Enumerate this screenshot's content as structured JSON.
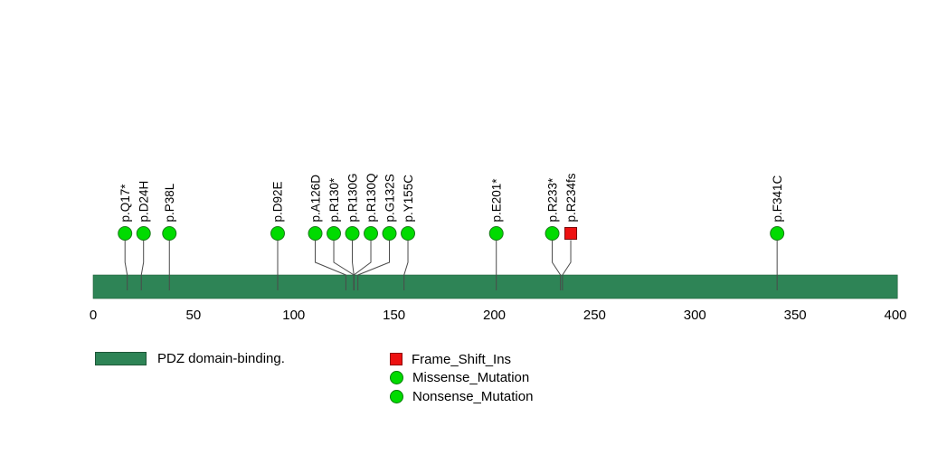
{
  "chart_data": {
    "type": "lollipop",
    "title": "",
    "gene_track": {
      "label": "PDZ domain-binding.",
      "color": "#2e8456",
      "start": 0,
      "end": 401
    },
    "x_axis": {
      "min": 0,
      "max": 400,
      "ticks": [
        0,
        50,
        100,
        150,
        200,
        250,
        300,
        350,
        400
      ]
    },
    "mutations": [
      {
        "label": "p.Q17*",
        "position": 17,
        "type": "Nonsense_Mutation"
      },
      {
        "label": "p.D24H",
        "position": 24,
        "type": "Missense_Mutation"
      },
      {
        "label": "p.P38L",
        "position": 38,
        "type": "Missense_Mutation"
      },
      {
        "label": "p.D92E",
        "position": 92,
        "type": "Missense_Mutation"
      },
      {
        "label": "p.A126D",
        "position": 126,
        "type": "Missense_Mutation"
      },
      {
        "label": "p.R130*",
        "position": 130,
        "type": "Nonsense_Mutation"
      },
      {
        "label": "p.R130G",
        "position": 130,
        "type": "Missense_Mutation"
      },
      {
        "label": "p.R130Q",
        "position": 130,
        "type": "Missense_Mutation"
      },
      {
        "label": "p.G132S",
        "position": 132,
        "type": "Missense_Mutation"
      },
      {
        "label": "p.Y155C",
        "position": 155,
        "type": "Missense_Mutation"
      },
      {
        "label": "p.E201*",
        "position": 201,
        "type": "Nonsense_Mutation"
      },
      {
        "label": "p.R233*",
        "position": 233,
        "type": "Nonsense_Mutation"
      },
      {
        "label": "p.R234fs",
        "position": 234,
        "type": "Frame_Shift_Ins"
      },
      {
        "label": "p.F341C",
        "position": 341,
        "type": "Missense_Mutation"
      }
    ],
    "mutation_styles": {
      "Frame_Shift_Ins": {
        "shape": "square",
        "color": "#ed1111"
      },
      "Missense_Mutation": {
        "shape": "circle",
        "color": "#00db00"
      },
      "Nonsense_Mutation": {
        "shape": "circle",
        "color": "#00db00"
      }
    },
    "legend": {
      "domain_label": "PDZ domain-binding.",
      "items": [
        {
          "label": "Frame_Shift_Ins",
          "shape": "square",
          "color": "#ed1111"
        },
        {
          "label": "Missense_Mutation",
          "shape": "circle",
          "color": "#00db00"
        },
        {
          "label": "Nonsense_Mutation",
          "shape": "circle",
          "color": "#00db00"
        }
      ]
    }
  }
}
